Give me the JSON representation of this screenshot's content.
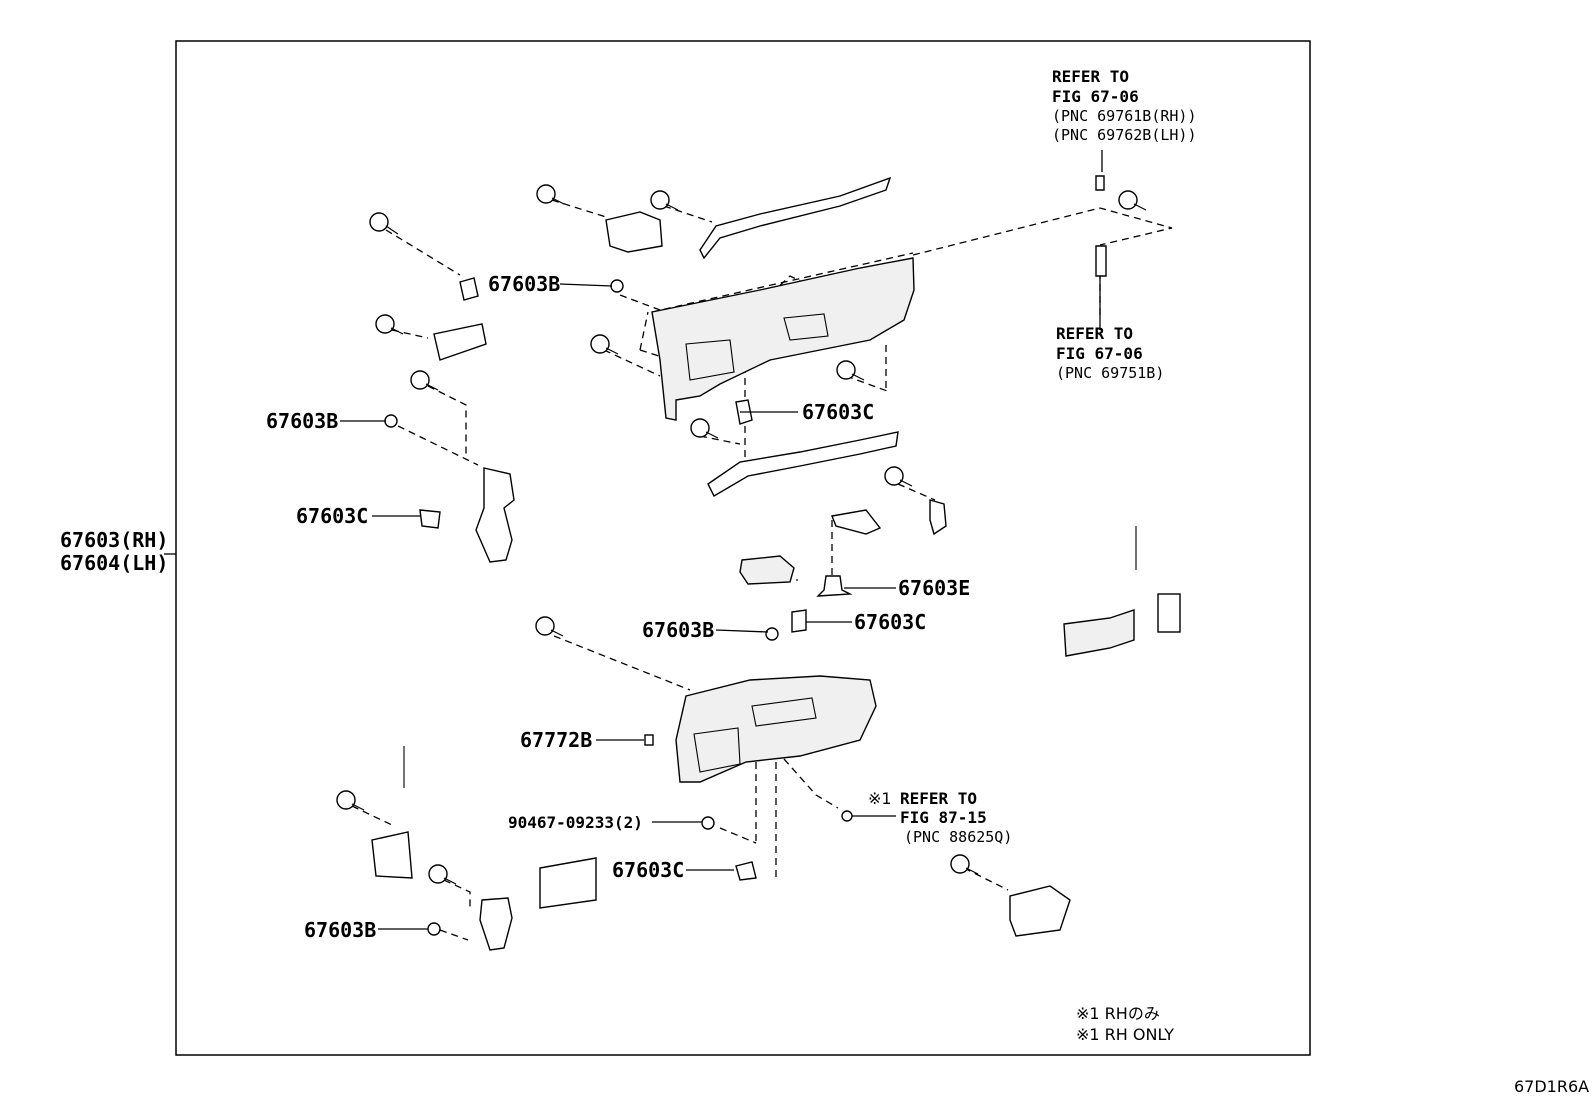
{
  "diagram": {
    "labels": {
      "main_rh": "67603(RH)",
      "main_lh": "67604(LH)",
      "b1": "67603B",
      "b2": "67603B",
      "b3": "67603B",
      "b4": "67603B",
      "c1": "67603C",
      "c2": "67603C",
      "c3": "67603C",
      "c4": "67603C",
      "e1": "67603E",
      "p67772": "67772B",
      "p90467": "90467-09233(2)"
    },
    "refs": {
      "top": {
        "line1": "REFER TO",
        "line2": "FIG 67-06",
        "line3": "(PNC 69761B(RH))",
        "line4": "(PNC 69762B(LH))"
      },
      "mid": {
        "line1": "REFER TO",
        "line2": "FIG 67-06",
        "line3": "(PNC 69751B)"
      },
      "bottom": {
        "mark": "※1",
        "line1": "REFER TO",
        "line2": "FIG 87-15",
        "line3": "(PNC 88625Q)"
      }
    },
    "notes": {
      "jp": "※1 RHのみ",
      "en": "※1 RH ONLY"
    },
    "illustration_code": "67D1R6A"
  }
}
